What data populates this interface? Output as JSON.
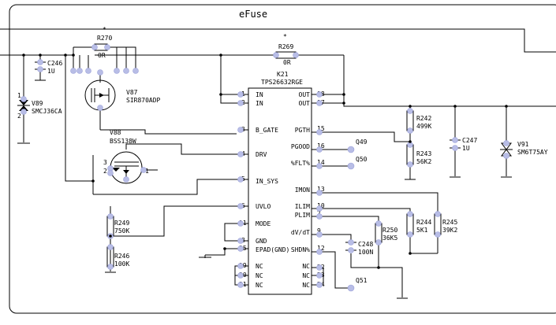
{
  "sheet": {
    "title": "eFuse"
  },
  "ic": {
    "ref": "K21",
    "part": "TPS26632RGE",
    "left_pins": [
      {
        "num": "1",
        "name": "IN"
      },
      {
        "num": "2",
        "name": "IN"
      },
      {
        "num": "3",
        "name": "B_GATE"
      },
      {
        "num": "4",
        "name": "DRV"
      },
      {
        "num": "5",
        "name": "IN_SYS"
      },
      {
        "num": "6",
        "name": "UVLO"
      },
      {
        "num": "11",
        "name": "MODE"
      },
      {
        "num": "8",
        "name": "GND"
      },
      {
        "num": "25",
        "name": "EPAD(GND)"
      },
      {
        "num": "19",
        "name": "NC"
      },
      {
        "num": "20",
        "name": "NC"
      },
      {
        "num": "21",
        "name": "NC"
      }
    ],
    "right_pins": [
      {
        "num": "18",
        "name": "OUT"
      },
      {
        "num": "17",
        "name": "OUT"
      },
      {
        "num": "15",
        "name": "PGTH"
      },
      {
        "num": "16",
        "name": "PGOOD"
      },
      {
        "num": "14",
        "name": "%FLT%"
      },
      {
        "num": "13",
        "name": "IMON"
      },
      {
        "num": "10",
        "name": "ILIM"
      },
      {
        "num": "7",
        "name": "PLIM"
      },
      {
        "num": "9",
        "name": "dV/dT"
      },
      {
        "num": "12",
        "name": "SHDN%"
      },
      {
        "num": "22",
        "name": "NC"
      },
      {
        "num": "23",
        "name": "NC"
      },
      {
        "num": "24",
        "name": "NC"
      }
    ]
  },
  "components": {
    "R270": {
      "ref": "R270",
      "value": "0R",
      "mark": "*"
    },
    "R269": {
      "ref": "R269",
      "value": "0R",
      "mark": "*"
    },
    "C246": {
      "ref": "C246",
      "value": "1U"
    },
    "V89": {
      "ref": "V89",
      "value": "SMCJ36CA"
    },
    "V87": {
      "ref": "V87",
      "value": "SIR870ADP"
    },
    "V88": {
      "ref": "V88",
      "value": "BSS138W"
    },
    "R249": {
      "ref": "R249",
      "value": "750K"
    },
    "R246": {
      "ref": "R246",
      "value": "100K"
    },
    "R242": {
      "ref": "R242",
      "value": "499K"
    },
    "R243": {
      "ref": "R243",
      "value": "56K2"
    },
    "C247": {
      "ref": "C247",
      "value": "1U"
    },
    "V91": {
      "ref": "V91",
      "value": "SM6T75AY"
    },
    "Q49": {
      "ref": "Q49"
    },
    "Q50": {
      "ref": "Q50"
    },
    "Q51": {
      "ref": "Q51"
    },
    "C248": {
      "ref": "C248",
      "value": "100N"
    },
    "R250": {
      "ref": "R250",
      "value": "36K5"
    },
    "R244": {
      "ref": "R244",
      "value": "5K1"
    },
    "R245": {
      "ref": "R245",
      "value": "39K2"
    }
  },
  "pin_numbers": {
    "v89_1": "1",
    "v89_2": "2",
    "v88_3": "3",
    "v88_2": "2",
    "v88_1": "1"
  }
}
